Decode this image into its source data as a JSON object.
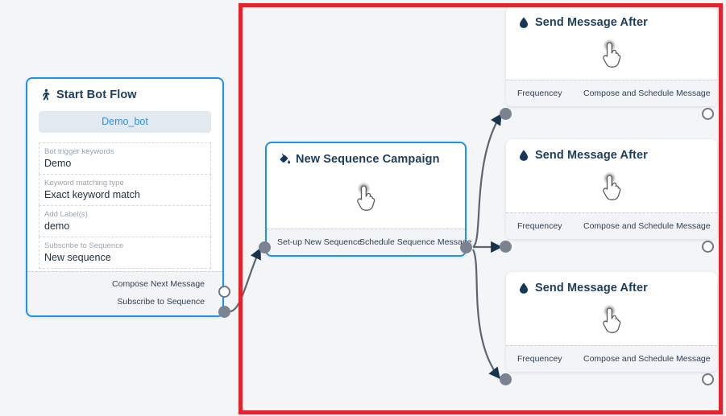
{
  "canvas": {
    "background": "#f4f5f7",
    "highlight_color": "#e8222a",
    "accent_blue": "#1b93e8",
    "port_color": "#7a838f",
    "edge_color": "#5d6570"
  },
  "nodes": {
    "start_bot_flow": {
      "title": "Start Bot Flow",
      "icon": "running-person-icon",
      "bot_chip": "Demo_bot",
      "fields": [
        {
          "label": "Bot trigger keywords",
          "value": "Demo"
        },
        {
          "label": "Keyword matching type",
          "value": "Exact keyword match"
        },
        {
          "label": "Add Label(s)",
          "value": "demo"
        },
        {
          "label": "Subscribe to Sequence",
          "value": "New sequence"
        }
      ],
      "out_ports": [
        {
          "label": "Compose Next Message",
          "state": "hollow"
        },
        {
          "label": "Subscribe to Sequence",
          "state": "filled"
        }
      ]
    },
    "new_sequence_campaign": {
      "title": "New Sequence Campaign",
      "icon": "paint-bucket-icon",
      "body_icon": "hand-cursor-icon",
      "in_port_label": "Set-up New Sequence",
      "out_port_label": "Schedule Sequence Message",
      "in_port_state": "filled",
      "out_port_state": "filled"
    },
    "send_message_after": [
      {
        "title": "Send Message After",
        "icon": "water-drop-icon",
        "body_icon": "hand-cursor-icon",
        "in_port_label": "Frequencey",
        "out_port_label": "Compose and Schedule Message",
        "in_port_state": "filled",
        "out_port_state": "hollow"
      },
      {
        "title": "Send Message After",
        "icon": "water-drop-icon",
        "body_icon": "hand-cursor-icon",
        "in_port_label": "Frequencey",
        "out_port_label": "Compose and Schedule Message",
        "in_port_state": "filled",
        "out_port_state": "hollow"
      },
      {
        "title": "Send Message After",
        "icon": "water-drop-icon",
        "body_icon": "hand-cursor-icon",
        "in_port_label": "Frequencey",
        "out_port_label": "Compose and Schedule Message",
        "in_port_state": "filled",
        "out_port_state": "hollow"
      }
    ]
  }
}
